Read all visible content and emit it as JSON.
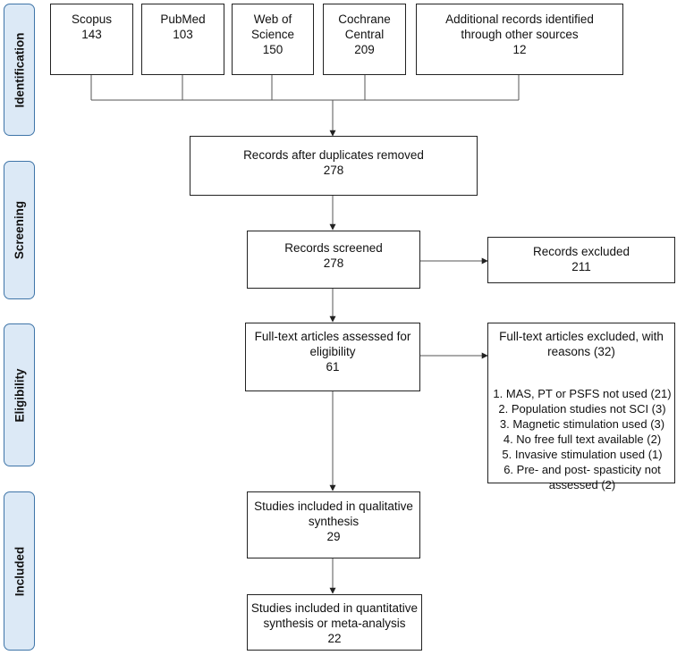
{
  "phases": [
    "Identification",
    "Screening",
    "Eligibility",
    "Included"
  ],
  "sources": [
    {
      "lines": [
        "Scopus",
        "143"
      ]
    },
    {
      "lines": [
        "PubMed",
        "103"
      ]
    },
    {
      "lines": [
        "Web of",
        "Science",
        "150"
      ]
    },
    {
      "lines": [
        "Cochrane",
        "Central",
        "209"
      ]
    },
    {
      "lines": [
        "Additional records identified",
        "through other sources",
        "12"
      ]
    }
  ],
  "duplicates": {
    "lines": [
      "Records after duplicates removed",
      "278"
    ]
  },
  "screened": {
    "lines": [
      "Records screened",
      "278"
    ]
  },
  "excluded": {
    "lines": [
      "Records excluded",
      "211"
    ]
  },
  "fulltext": {
    "lines": [
      "Full-text articles assessed for",
      "eligibility",
      "61"
    ]
  },
  "fulltext_excluded": {
    "header": [
      "Full-text articles excluded, with",
      "reasons (32)"
    ],
    "reasons": [
      [
        "1.  MAS, PT or PSFS not used (21)"
      ],
      [
        "2.  Population studies not SCI (3)"
      ],
      [
        "3.  Magnetic stimulation used (3)"
      ],
      [
        "4.  No free full text available (2)"
      ],
      [
        "5.  Invasive stimulation used (1)"
      ],
      [
        "6.  Pre- and post- spasticity not",
        "assessed (2)"
      ]
    ]
  },
  "qualitative": {
    "lines": [
      "Studies included in qualitative",
      "synthesis",
      "29"
    ]
  },
  "quantitative": {
    "lines": [
      "Studies included in quantitative",
      "synthesis or meta-analysis",
      "22"
    ]
  }
}
